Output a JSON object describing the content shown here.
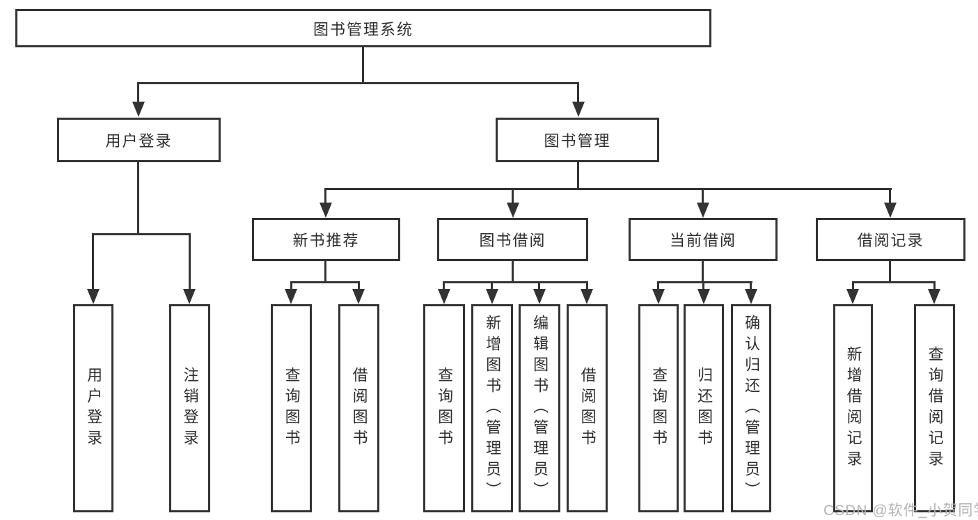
{
  "tree": {
    "root": "图书管理系统",
    "branches": [
      {
        "label": "用户登录",
        "children": [
          "用户登录",
          "注销登录"
        ]
      },
      {
        "label": "图书管理",
        "children": [
          {
            "label": "新书推荐",
            "children": [
              "查询图书",
              "借阅图书"
            ]
          },
          {
            "label": "图书借阅",
            "children": [
              "查询图书",
              "新增图书（管理员）",
              "编辑图书（管理员）",
              "借阅图书"
            ]
          },
          {
            "label": "当前借阅",
            "children": [
              "查询图书",
              "归还图书",
              "确认归还（管理员）"
            ]
          },
          {
            "label": "借阅记录",
            "children": [
              "新增借阅记录",
              "查询借阅记录"
            ]
          }
        ]
      }
    ]
  },
  "watermark": "CSDN @软件_小贺同学",
  "colors": {
    "line": "#333333",
    "text": "#2e2e2e",
    "watermark": "#b3b3b3"
  }
}
